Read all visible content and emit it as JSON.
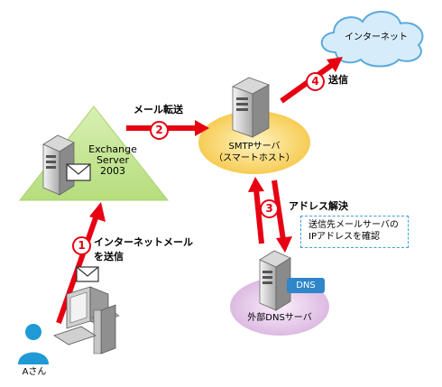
{
  "nodes": {
    "internet": "インターネット",
    "exchange": [
      "Exchange",
      "Server",
      "2003"
    ],
    "smtp": [
      "SMTPサーバ",
      "（スマートホスト）"
    ],
    "dns_server": "外部DNSサーバ",
    "dns_badge": "DNS",
    "user": "Aさん"
  },
  "steps": [
    {
      "num": "1",
      "label_lines": [
        "インターネットメール",
        "を送信"
      ]
    },
    {
      "num": "2",
      "label_lines": [
        "メール転送"
      ]
    },
    {
      "num": "3",
      "label_lines": [
        "アドレス解決"
      ]
    },
    {
      "num": "4",
      "label_lines": [
        "送信"
      ]
    }
  ],
  "note": [
    "送信先メールサーバの",
    "IPアドレスを確認"
  ],
  "colors": {
    "arrow": "#e60012",
    "triangle": "#c8e89a",
    "smtp_ellipse": "#fbd97a",
    "dns_ellipse": "#e8cdeb",
    "cloud_fill": "#d6ecfa",
    "cloud_stroke": "#5aaadb",
    "user_icon": "#1f9ad6",
    "note_border": "#3aa0d8"
  },
  "icons": [
    "cloud-icon",
    "server-icon",
    "envelope-icon",
    "pc-icon",
    "user-icon"
  ]
}
